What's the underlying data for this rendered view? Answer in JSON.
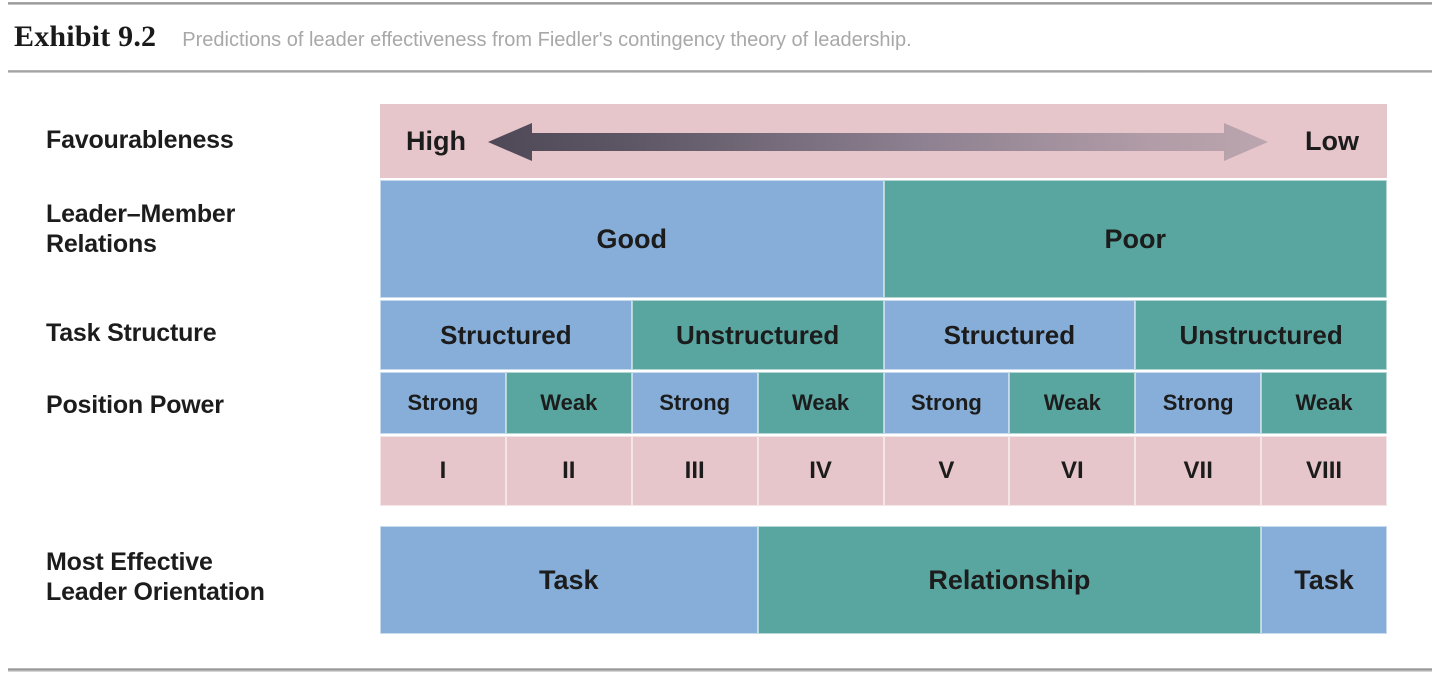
{
  "header": {
    "exhibit_label": "Exhibit 9.2",
    "caption": "Predictions of leader effectiveness from Fiedler's contingency theory of leadership."
  },
  "colors": {
    "blue": "#86aed8",
    "teal": "#59a5a0",
    "pink": "#e7c6cb",
    "arrow_dark": "#585160",
    "arrow_light": "#b59ba6",
    "text": "#1c1c1c",
    "caption": "#a8a8a8"
  },
  "chart_data": {
    "type": "table",
    "title": "Predictions of leader effectiveness from Fiedler's contingency theory of leadership.",
    "columns": [
      "I",
      "II",
      "III",
      "IV",
      "V",
      "VI",
      "VII",
      "VIII"
    ],
    "rows": [
      {
        "label": "Favourableness",
        "type": "axis",
        "left_text": "High",
        "right_text": "Low",
        "arrow": "double-headed"
      },
      {
        "label": "Leader–Member Relations",
        "label_lines": [
          "Leader–Member",
          "Relations"
        ],
        "cells": [
          {
            "text": "Good",
            "span": 4,
            "color": "blue"
          },
          {
            "text": "Poor",
            "span": 4,
            "color": "teal"
          }
        ]
      },
      {
        "label": "Task Structure",
        "label_lines": [
          "Task Structure"
        ],
        "cells": [
          {
            "text": "Structured",
            "span": 2,
            "color": "blue"
          },
          {
            "text": "Unstructured",
            "span": 2,
            "color": "teal"
          },
          {
            "text": "Structured",
            "span": 2,
            "color": "blue"
          },
          {
            "text": "Unstructured",
            "span": 2,
            "color": "teal"
          }
        ]
      },
      {
        "label": "Position Power",
        "label_lines": [
          "Position Power"
        ],
        "cells": [
          {
            "text": "Strong",
            "span": 1,
            "color": "blue"
          },
          {
            "text": "Weak",
            "span": 1,
            "color": "teal"
          },
          {
            "text": "Strong",
            "span": 1,
            "color": "blue"
          },
          {
            "text": "Weak",
            "span": 1,
            "color": "teal"
          },
          {
            "text": "Strong",
            "span": 1,
            "color": "blue"
          },
          {
            "text": "Weak",
            "span": 1,
            "color": "teal"
          },
          {
            "text": "Strong",
            "span": 1,
            "color": "blue"
          },
          {
            "text": "Weak",
            "span": 1,
            "color": "teal"
          }
        ]
      },
      {
        "label": "",
        "label_lines": [],
        "cells": [
          {
            "text": "I",
            "span": 1,
            "color": "pink"
          },
          {
            "text": "II",
            "span": 1,
            "color": "pink"
          },
          {
            "text": "III",
            "span": 1,
            "color": "pink"
          },
          {
            "text": "IV",
            "span": 1,
            "color": "pink"
          },
          {
            "text": "V",
            "span": 1,
            "color": "pink"
          },
          {
            "text": "VI",
            "span": 1,
            "color": "pink"
          },
          {
            "text": "VII",
            "span": 1,
            "color": "pink"
          },
          {
            "text": "VIII",
            "span": 1,
            "color": "pink"
          }
        ]
      },
      {
        "label": "Most Effective Leader Orientation",
        "label_lines": [
          "Most Effective",
          "Leader Orientation"
        ],
        "cells": [
          {
            "text": "Task",
            "span": 3,
            "color": "blue"
          },
          {
            "text": "Relationship",
            "span": 4,
            "color": "teal"
          },
          {
            "text": "Task",
            "span": 1,
            "color": "blue"
          }
        ]
      }
    ]
  },
  "labels": {
    "favourableness": "Favourableness",
    "lmr_line1": "Leader–Member",
    "lmr_line2": "Relations",
    "task_structure": "Task Structure",
    "position_power": "Position Power",
    "mlo_line1": "Most Effective",
    "mlo_line2": "Leader Orientation"
  },
  "favourableness": {
    "high": "High",
    "low": "Low"
  },
  "lmr": {
    "good": "Good",
    "poor": "Poor"
  },
  "task_structure": {
    "c1": "Structured",
    "c2": "Unstructured",
    "c3": "Structured",
    "c4": "Unstructured"
  },
  "position_power": {
    "c1": "Strong",
    "c2": "Weak",
    "c3": "Strong",
    "c4": "Weak",
    "c5": "Strong",
    "c6": "Weak",
    "c7": "Strong",
    "c8": "Weak"
  },
  "octants": {
    "c1": "I",
    "c2": "II",
    "c3": "III",
    "c4": "IV",
    "c5": "V",
    "c6": "VI",
    "c7": "VII",
    "c8": "VIII"
  },
  "orientation": {
    "c1": "Task",
    "c2": "Relationship",
    "c3": "Task"
  }
}
